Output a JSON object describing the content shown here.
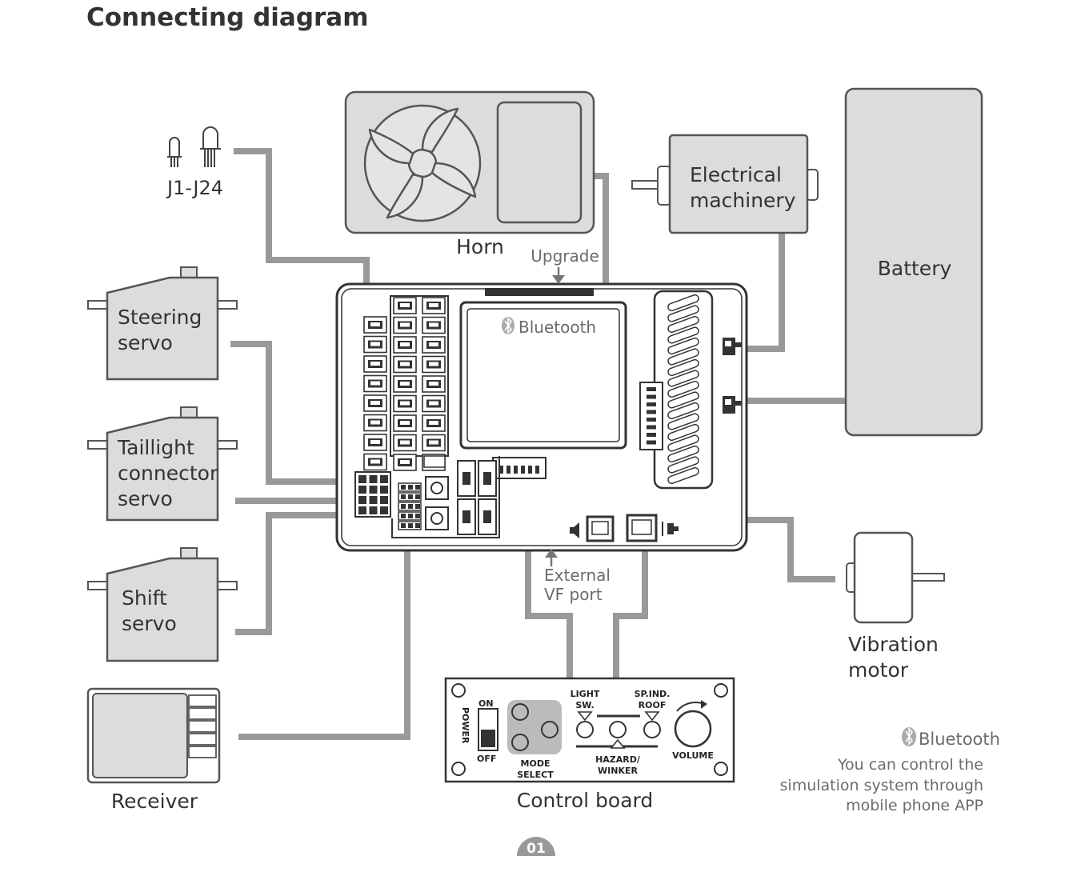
{
  "title": "Connecting diagram",
  "components": {
    "led": "J1-J24",
    "horn": "Horn",
    "upgrade": "Upgrade",
    "motor_line1": "Electrical",
    "motor_line2": "machinery",
    "battery": "Battery",
    "steering_line1": "Steering",
    "steering_line2": "servo",
    "taillight_line1": "Taillight",
    "taillight_line2": "connector",
    "taillight_line3": "servo",
    "shift_line1": "Shift",
    "shift_line2": "servo",
    "receiver": "Receiver",
    "external_line1": "External",
    "external_line2": "VF port",
    "vibration_line1": "Vibration",
    "vibration_line2": "motor",
    "control_board": "Control board"
  },
  "main_board": {
    "bluetooth": "Bluetooth"
  },
  "control_panel": {
    "power": "POWER",
    "on": "ON",
    "off": "OFF",
    "mode_line1": "MODE",
    "mode_line2": "SELECT",
    "light_line1": "LIGHT",
    "light_line2": "SW.",
    "spind_line1": "SP.IND.",
    "spind_line2": "ROOF",
    "hazard_line1": "HAZARD/",
    "hazard_line2": "WINKER",
    "volume": "VOLUME"
  },
  "note": {
    "bluetooth": "Bluetooth",
    "line1": "You can control the",
    "line2": "simulation system through",
    "line3": "mobile phone APP"
  },
  "page_number": "01"
}
